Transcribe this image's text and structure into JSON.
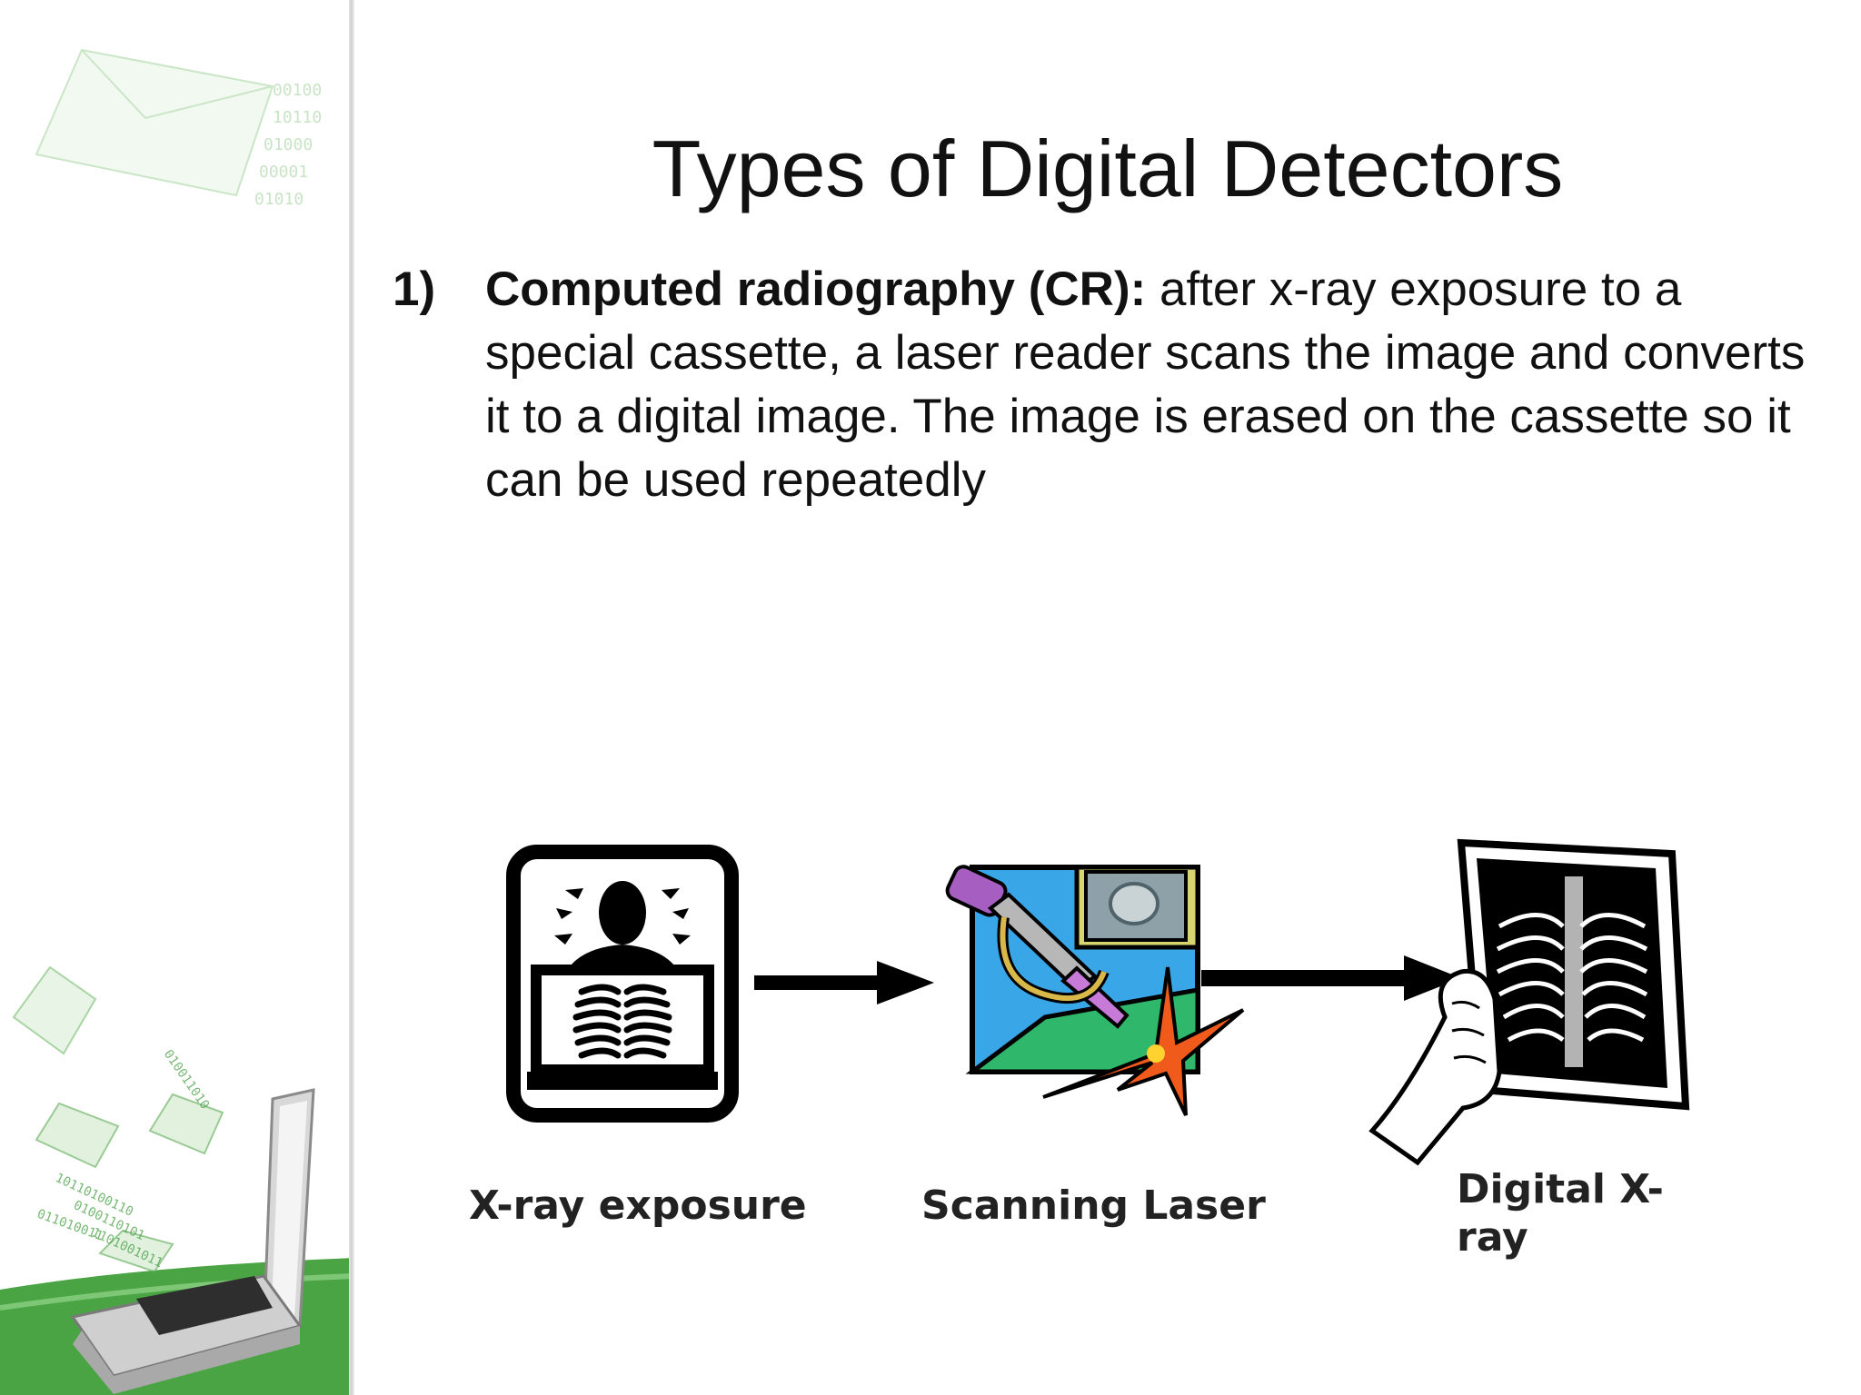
{
  "slide": {
    "title": "Types of Digital Detectors",
    "item": {
      "number": "1)",
      "term": "Computed radiography (CR):",
      "description": " after x-ray exposure to a special cassette, a laser reader scans the image and converts it to a digital image. The image is erased on the cassette so it can be used repeatedly"
    }
  },
  "diagram": {
    "steps": [
      {
        "label": "X-ray exposure",
        "icon": "xray-exposure-icon"
      },
      {
        "label": "Scanning Laser",
        "icon": "scanning-laser-icon"
      },
      {
        "label": "Digital X-ray",
        "icon": "digital-xray-film-icon"
      }
    ]
  },
  "colors": {
    "accent_green": "#3f9b3a",
    "light_green": "#8ccf86"
  }
}
